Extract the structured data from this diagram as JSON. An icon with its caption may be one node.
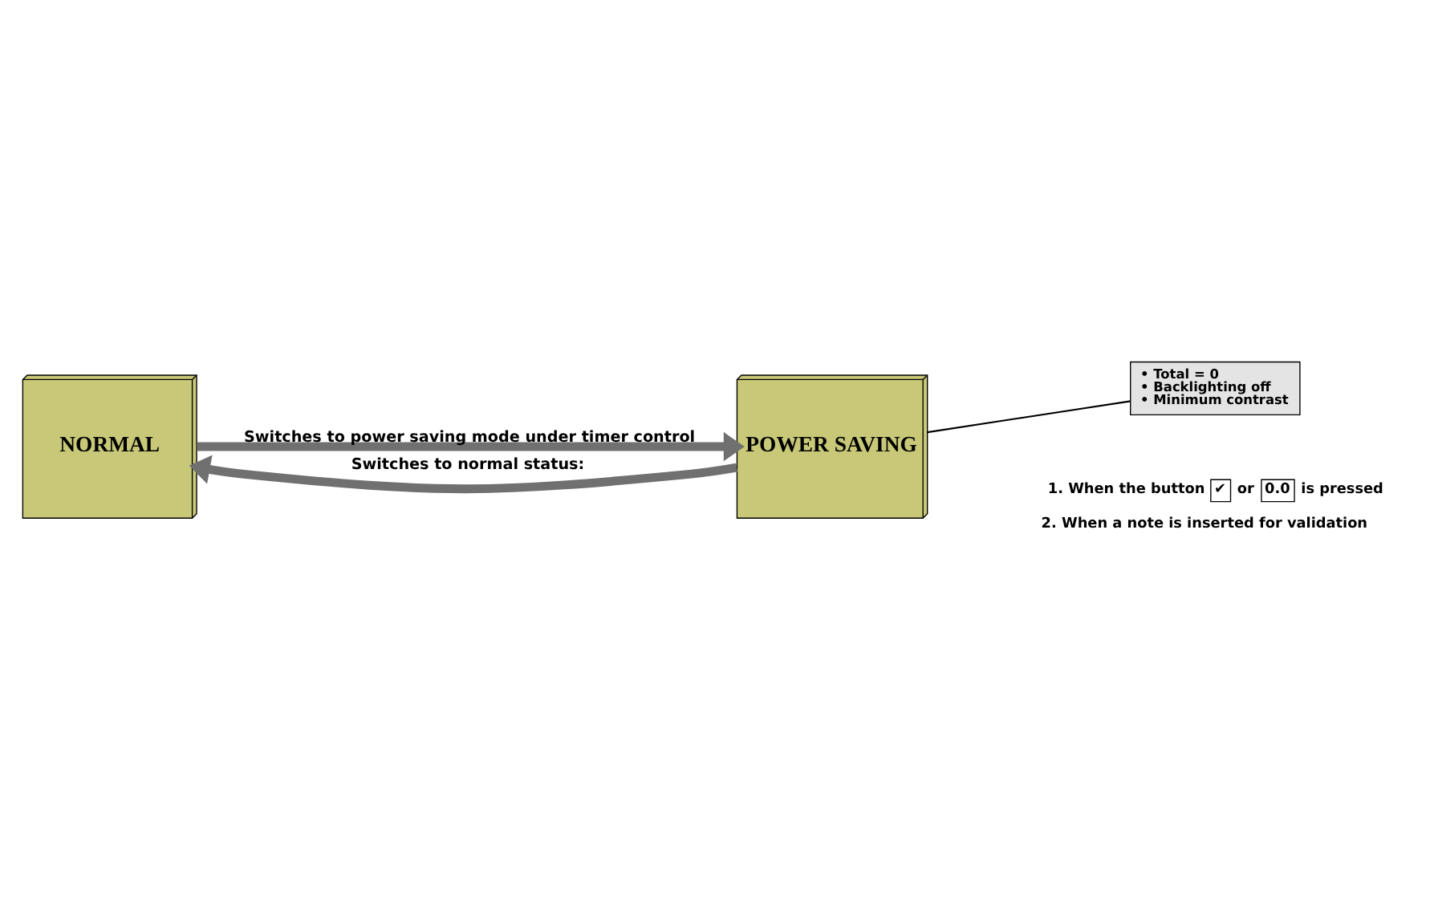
{
  "diagram": {
    "nodes": [
      {
        "text": [
          "NORMAL"
        ]
      },
      {
        "text": [
          "POWER SAVING"
        ]
      },
      {
        "text": [
          "• Total = 0",
          "• Backlighting off",
          "• Minimum contrast"
        ]
      }
    ],
    "edges": [
      {
        "from": 0,
        "to": 1,
        "arrow": "to",
        "label": "Switches to power saving mode under timer control"
      },
      {
        "from": 1,
        "to": 0,
        "arrow": "to",
        "label": "Switches to normal status:"
      },
      {
        "from": 1,
        "to": 2,
        "arrow": "none",
        "color": "#000000"
      }
    ],
    "labels": [
      "1. When the button",
      "✔",
      "or",
      "0.0",
      "is pressed",
      "2. When a note is inserted for validation"
    ]
  }
}
